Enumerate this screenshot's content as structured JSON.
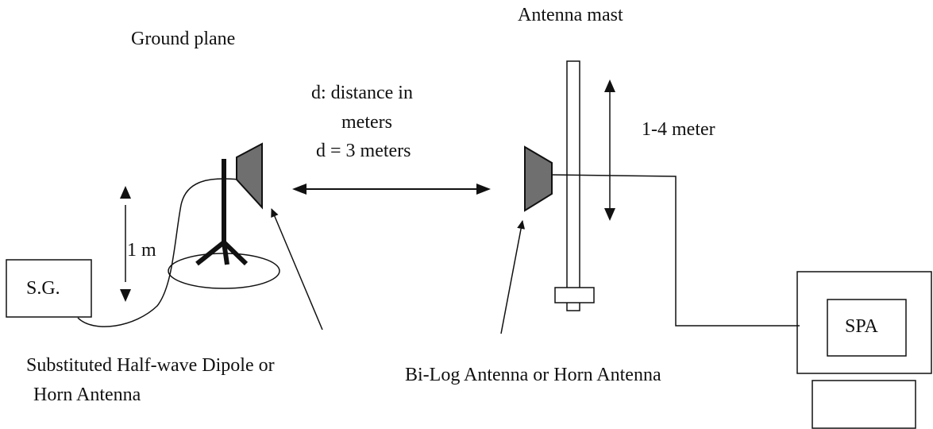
{
  "labels": {
    "ground_plane": "Ground plane",
    "antenna_mast": "Antenna mast",
    "distance_line1": "d: distance in",
    "distance_line2": "meters",
    "distance_line3": "d = 3 meters",
    "height_range": "1-4 meter",
    "source_height": "1 m",
    "signal_generator": "S.G.",
    "spectrum_analyzer": "SPA",
    "substituted_line1": "Substituted Half-wave Dipole or",
    "substituted_line2": "Horn Antenna",
    "receive_antenna": "Bi-Log Antenna or Horn Antenna"
  },
  "colors": {
    "ink": "#111111",
    "horn_fill": "#6f6f6f",
    "background": "#ffffff"
  }
}
